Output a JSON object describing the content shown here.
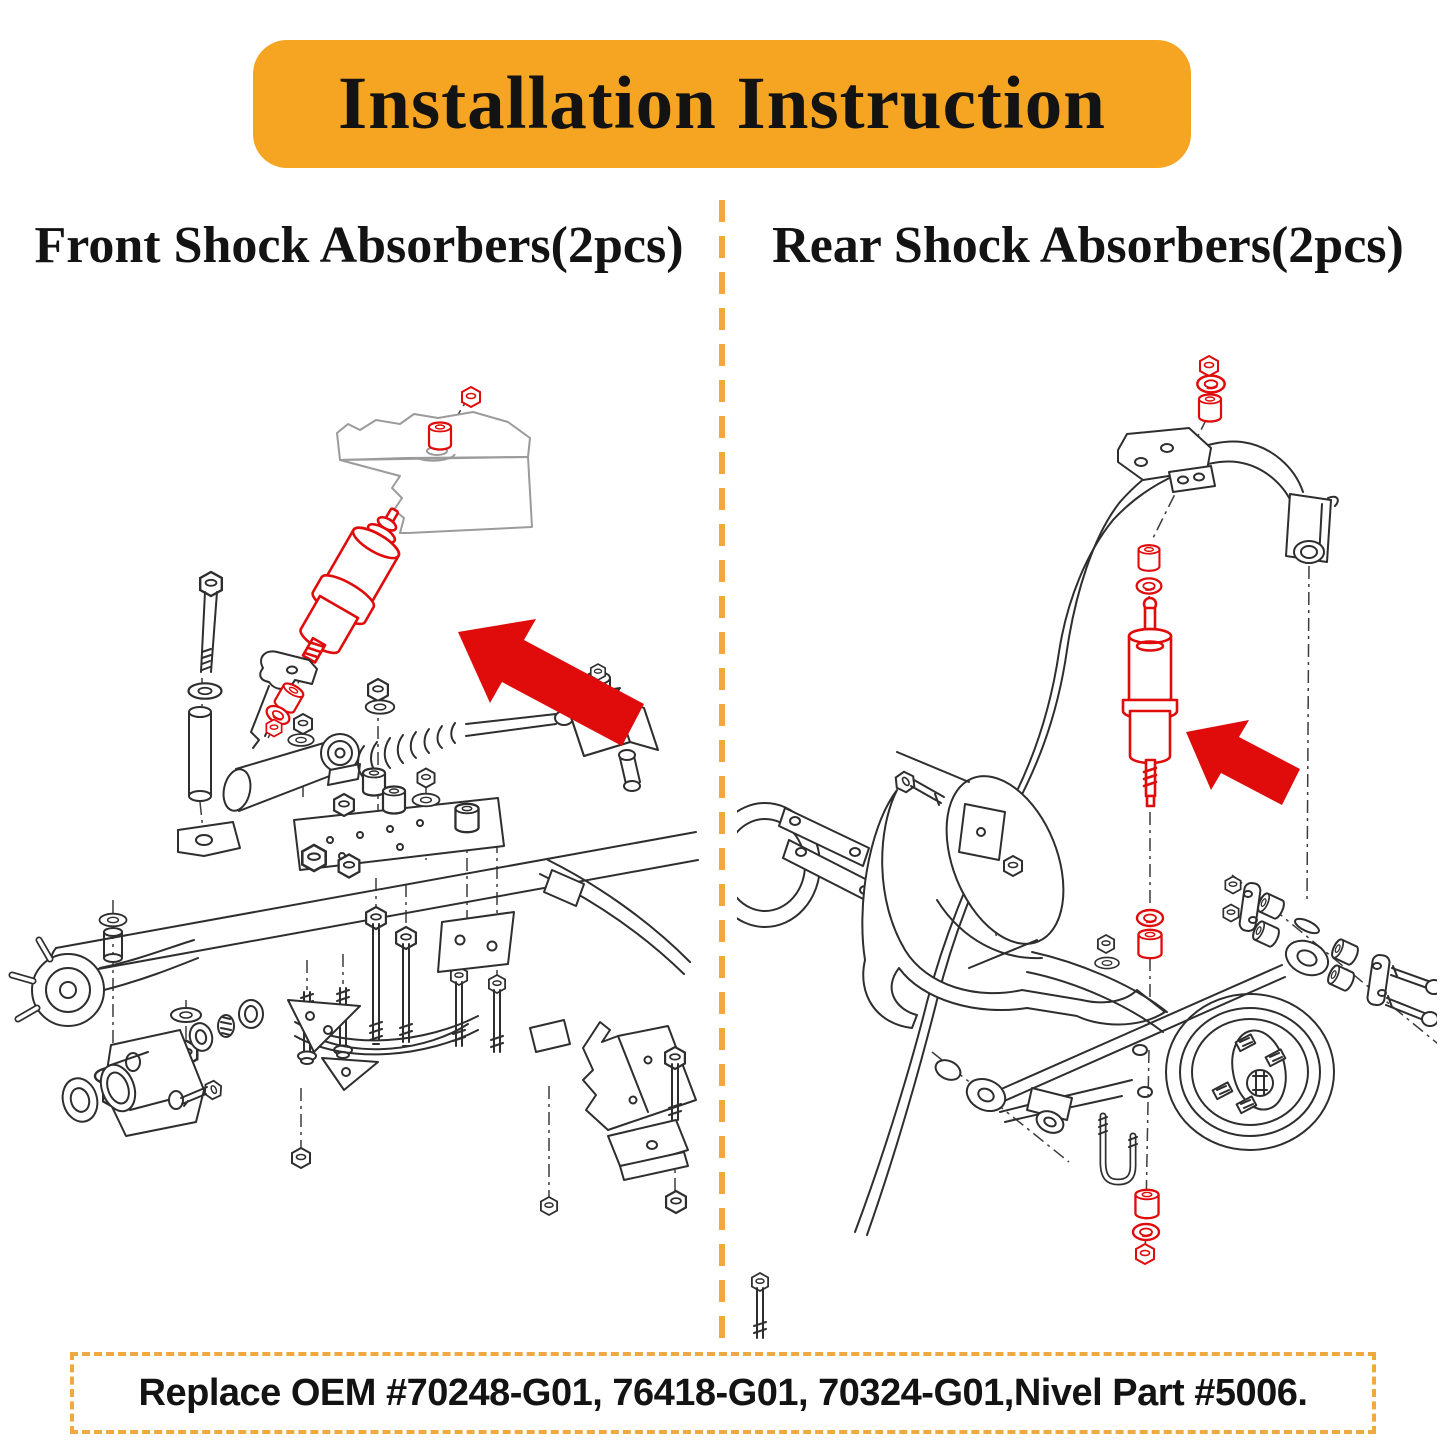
{
  "banner": {
    "title": "Installation Instruction"
  },
  "panels": {
    "front": {
      "title": "Front Shock Absorbers(2pcs)"
    },
    "rear": {
      "title": "Rear Shock Absorbers(2pcs)"
    }
  },
  "footer": {
    "text": "Replace OEM #70248-G01, 76418-G01, 70324-G01,Nivel Part #5006."
  },
  "colors": {
    "banner_bg": "#F6A522",
    "dashed_accent": "#EFA93F",
    "highlight_red": "#E00B0B",
    "line_dark": "#2E2E2E",
    "line_light": "#9B9B9B",
    "text_dark": "#131313"
  }
}
